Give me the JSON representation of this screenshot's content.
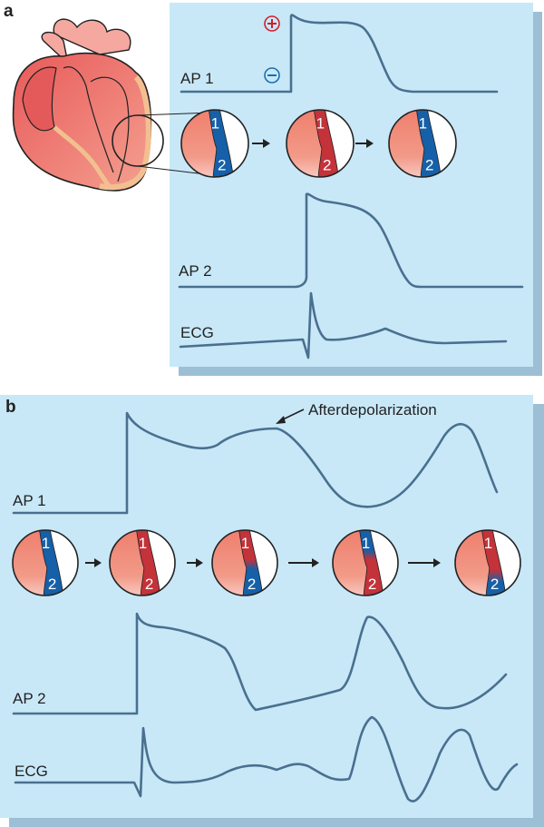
{
  "panels": {
    "a": {
      "label": "a",
      "traces": [
        {
          "name": "AP 1",
          "label": "AP 1"
        },
        {
          "name": "AP 2",
          "label": "AP 2"
        },
        {
          "name": "ECG",
          "label": "ECG"
        }
      ],
      "polarity": {
        "positive": "+",
        "negative": "−"
      },
      "tissue_sequence": [
        {
          "zone1": "repolarized",
          "zone2": "repolarized"
        },
        {
          "zone1": "depolarized",
          "zone2": "depolarized"
        },
        {
          "zone1": "repolarized",
          "zone2": "repolarized"
        }
      ]
    },
    "b": {
      "label": "b",
      "annotation": "Afterdepolarization",
      "traces": [
        {
          "name": "AP 1",
          "label": "AP 1"
        },
        {
          "name": "AP 2",
          "label": "AP 2"
        },
        {
          "name": "ECG",
          "label": "ECG"
        }
      ],
      "tissue_sequence": [
        {
          "zone1": "repolarized",
          "zone2": "repolarized"
        },
        {
          "zone1": "depolarized",
          "zone2": "depolarized"
        },
        {
          "zone1": "depolarized",
          "zone2": "repolarized"
        },
        {
          "zone1": "repolarized",
          "zone2": "depolarized"
        },
        {
          "zone1": "depolarized",
          "zone2": "repolarized"
        }
      ]
    }
  },
  "zone_labels": {
    "zone1": "1",
    "zone2": "2"
  },
  "colors": {
    "panel_bg": "#c8e8f8",
    "panel_shadow": "#9cbfd6",
    "trace": "#4a7090",
    "depolarized": "#c4323a",
    "repolarized": "#1560a8",
    "tissue": "#f08a78",
    "positive_sign": "#d02030",
    "negative_sign": "#1a70b0"
  }
}
